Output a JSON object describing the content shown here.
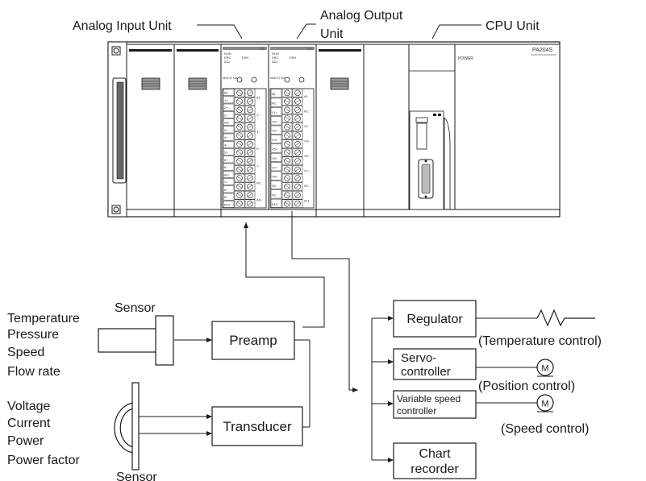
{
  "plc": {
    "callouts": {
      "analog_input": "Analog Input Unit",
      "analog_output_line1": "Analog Output",
      "analog_output_line2": "Unit",
      "cpu": "CPU Unit"
    },
    "power_label": "POWER",
    "power_supply_model": "PA204S",
    "analog_input_terminals": [
      "B1",
      "1+",
      "2+",
      "2−",
      "AG",
      "3+",
      "4+",
      "4−",
      "5+",
      "6+",
      "6−",
      "AG",
      "7+",
      "8+",
      "8−",
      "B10"
    ],
    "analog_input_terminals_right": [
      "A1",
      "1−",
      "3−",
      "5−",
      "7−",
      "NC",
      "A11"
    ],
    "analog_output_terminals": [
      "B1",
      "NC",
      "V1+",
      "V2+",
      "V3+",
      "V4+",
      "V5+",
      "V6+",
      "V7+",
      "V8+",
      "NC",
      "NC",
      "B10"
    ],
    "analog_output_terminals_right": [
      "A1",
      "NC",
      "V1−",
      "V3−",
      "V5−",
      "V7−",
      "NC",
      "A11"
    ],
    "mach_no_label": "MACH No."
  },
  "inputs": {
    "physical": [
      "Temperature",
      "Pressure",
      "Speed",
      "Flow rate"
    ],
    "electrical": [
      "Voltage",
      "Current",
      "Power",
      "Power factor"
    ],
    "sensor_top": "Sensor",
    "sensor_bottom": "Sensor",
    "preamp": "Preamp",
    "transducer": "Transducer"
  },
  "outputs": {
    "regulator": "Regulator",
    "temperature_control": "(Temperature control)",
    "servo_line1": "Servo-",
    "servo_line2": "controller",
    "position_control": "(Position control)",
    "variable_speed_line1": "Variable speed",
    "variable_speed_line2": "controller",
    "speed_control": "(Speed control)",
    "chart_recorder_line1": "Chart",
    "chart_recorder_line2": "recorder",
    "motor_symbol": "M"
  },
  "colors": {
    "line": "#1a1a1a",
    "background": "#ffffff",
    "panel_shade": "#999999"
  }
}
